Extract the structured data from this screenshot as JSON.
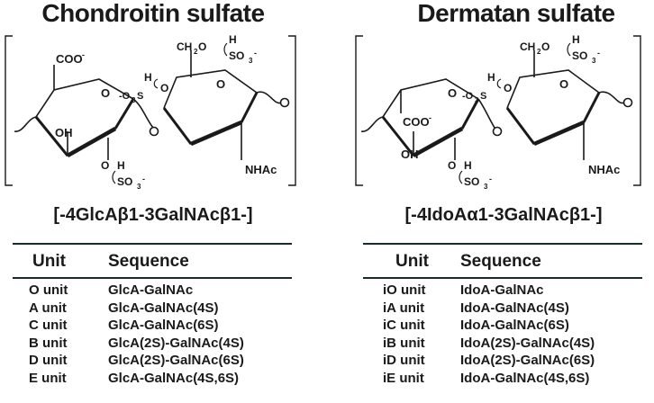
{
  "panels": [
    {
      "title": "Chondroitin sulfate",
      "formula": "[-4GlcAβ1-3GalNAcβ1-]",
      "uronic_ring": {
        "coo": "COO",
        "oh": "OH",
        "sulfate_low": "SO",
        "h_low": "H"
      },
      "galnac_ring": {
        "ch2o": "CH",
        "ch2o_tail": "O",
        "so3": "SO",
        "h": "H",
        "side_so3": "O",
        "side_h": "H",
        "nhac": "NHAc"
      },
      "table": {
        "headers": [
          "Unit",
          "Sequence"
        ],
        "rows": [
          [
            "O unit",
            "GlcA-GalNAc"
          ],
          [
            "A unit",
            "GlcA-GalNAc(4S)"
          ],
          [
            "C unit",
            "GlcA-GalNAc(6S)"
          ],
          [
            "B unit",
            "GlcA(2S)-GalNAc(4S)"
          ],
          [
            "D unit",
            "GlcA(2S)-GalNAc(6S)"
          ],
          [
            "E unit",
            "GlcA-GalNAc(4S,6S)"
          ]
        ]
      }
    },
    {
      "title": "Dermatan sulfate",
      "formula": "[-4IdoAα1-3GalNAcβ1-]",
      "uronic_ring": {
        "coo": "COO",
        "oh": "OH",
        "sulfate_low": "SO",
        "h_low": "H"
      },
      "galnac_ring": {
        "ch2o": "CH",
        "ch2o_tail": "O",
        "so3": "SO",
        "h": "H",
        "side_so3": "O",
        "side_h": "H",
        "nhac": "NHAc"
      },
      "table": {
        "headers": [
          "Unit",
          "Sequence"
        ],
        "rows": [
          [
            "iO unit",
            "IdoA-GalNAc"
          ],
          [
            "iA unit",
            "IdoA-GalNAc(4S)"
          ],
          [
            "iC unit",
            "IdoA-GalNAc(6S)"
          ],
          [
            "iB unit",
            "IdoA(2S)-GalNAc(4S)"
          ],
          [
            "iD unit",
            "IdoA(2S)-GalNAc(6S)"
          ],
          [
            "iE unit",
            "IdoA-GalNAc(4S,6S)"
          ]
        ]
      }
    }
  ],
  "colors": {
    "ink": "#1a1a1a",
    "rule": "#1a2a2a"
  }
}
